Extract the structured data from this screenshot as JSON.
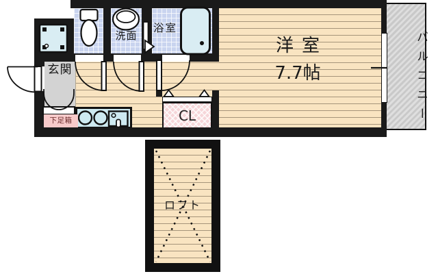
{
  "floorplan": {
    "main_room": {
      "name": "洋室",
      "size": "7.7帖"
    },
    "balcony": {
      "name": "バルコニー"
    },
    "loft": {
      "name": "ロフト"
    },
    "entrance": {
      "name": "玄関"
    },
    "shoe_cabinet": {
      "name": "下足箱"
    },
    "washroom": {
      "name": "洗面"
    },
    "bathroom": {
      "name": "浴室"
    },
    "closet": {
      "name": "CL"
    }
  },
  "colors": {
    "wall": "#1a1a1a",
    "wood_floor": "#f9e4c1",
    "wood_plank_line": "#a5947a",
    "tile_blue": "#c9d4ef",
    "fixture_blue": "#d9edf3",
    "kitchen_blue": "#cde9f0",
    "entrance_gray": "#d3d3d3",
    "closet_pink": "#f6d6d9",
    "shoebox_pink": "#f7caca",
    "shoebox_text": "#6b2b2b",
    "balcony_gray": "#c9c9c9",
    "balcony_stripe": "#dedede"
  },
  "icons": [
    "toilet-icon",
    "sink-icon",
    "bathtub-icon",
    "washer-pan-icon",
    "stove-burners-icon",
    "kitchen-sink-icon",
    "window-icon",
    "door-swing-icon",
    "folding-door-icon",
    "open-ceiling-x-icon"
  ]
}
